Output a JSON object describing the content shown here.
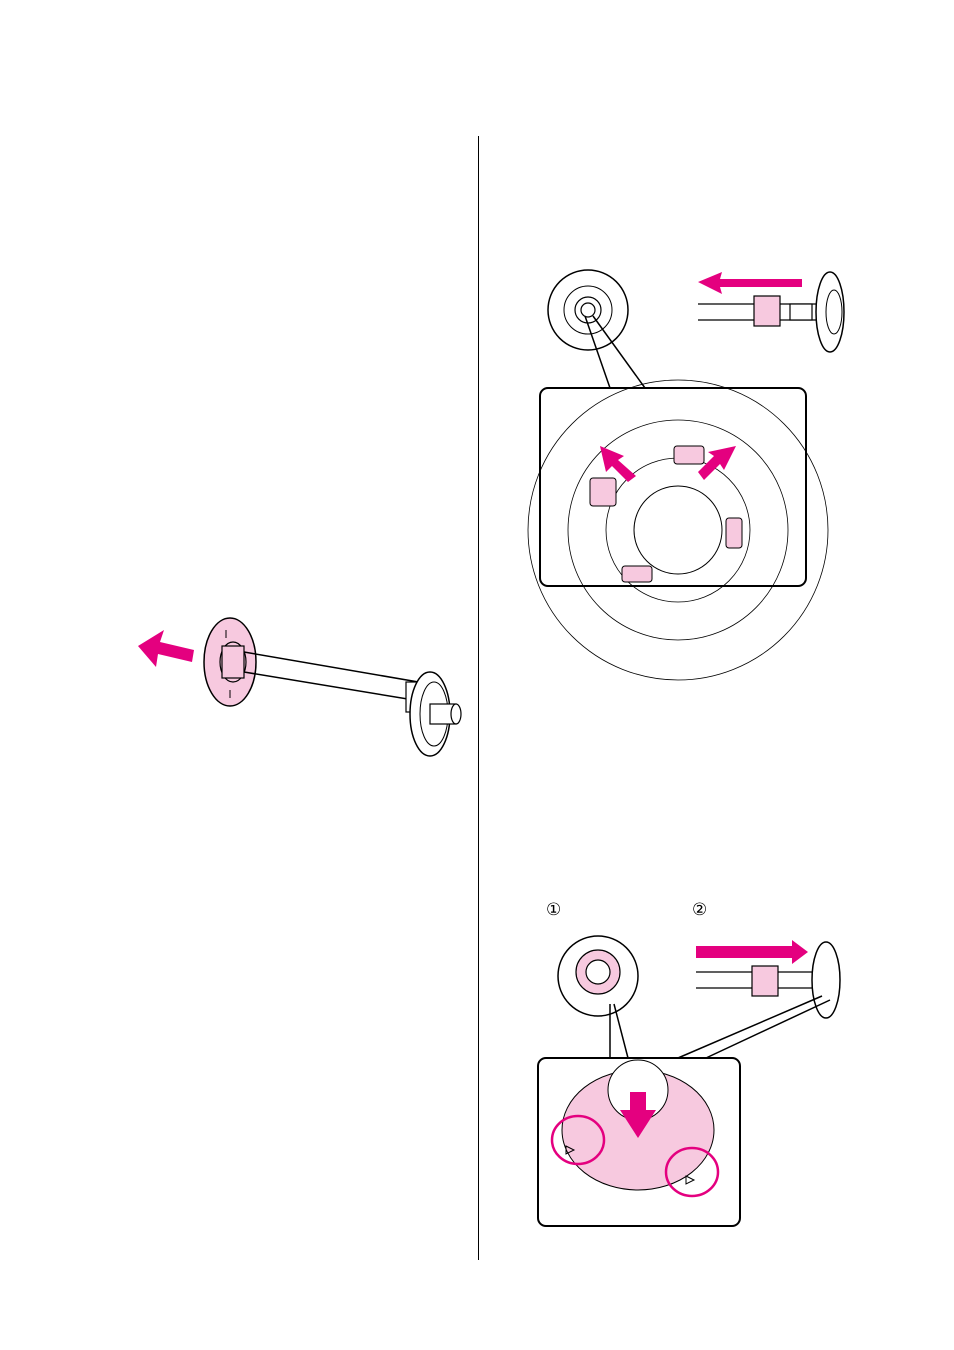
{
  "colors": {
    "accent": "#e4007f",
    "pink_fill": "#f7c9df",
    "line": "#000000"
  },
  "step_markers": [
    "①",
    "②"
  ],
  "figures": [
    {
      "id": "spindle-remove-flange",
      "arrow": "left"
    },
    {
      "id": "adapter-tabs-detail",
      "arrow": "left"
    },
    {
      "id": "adapter-align-marks",
      "arrow": "right"
    }
  ]
}
